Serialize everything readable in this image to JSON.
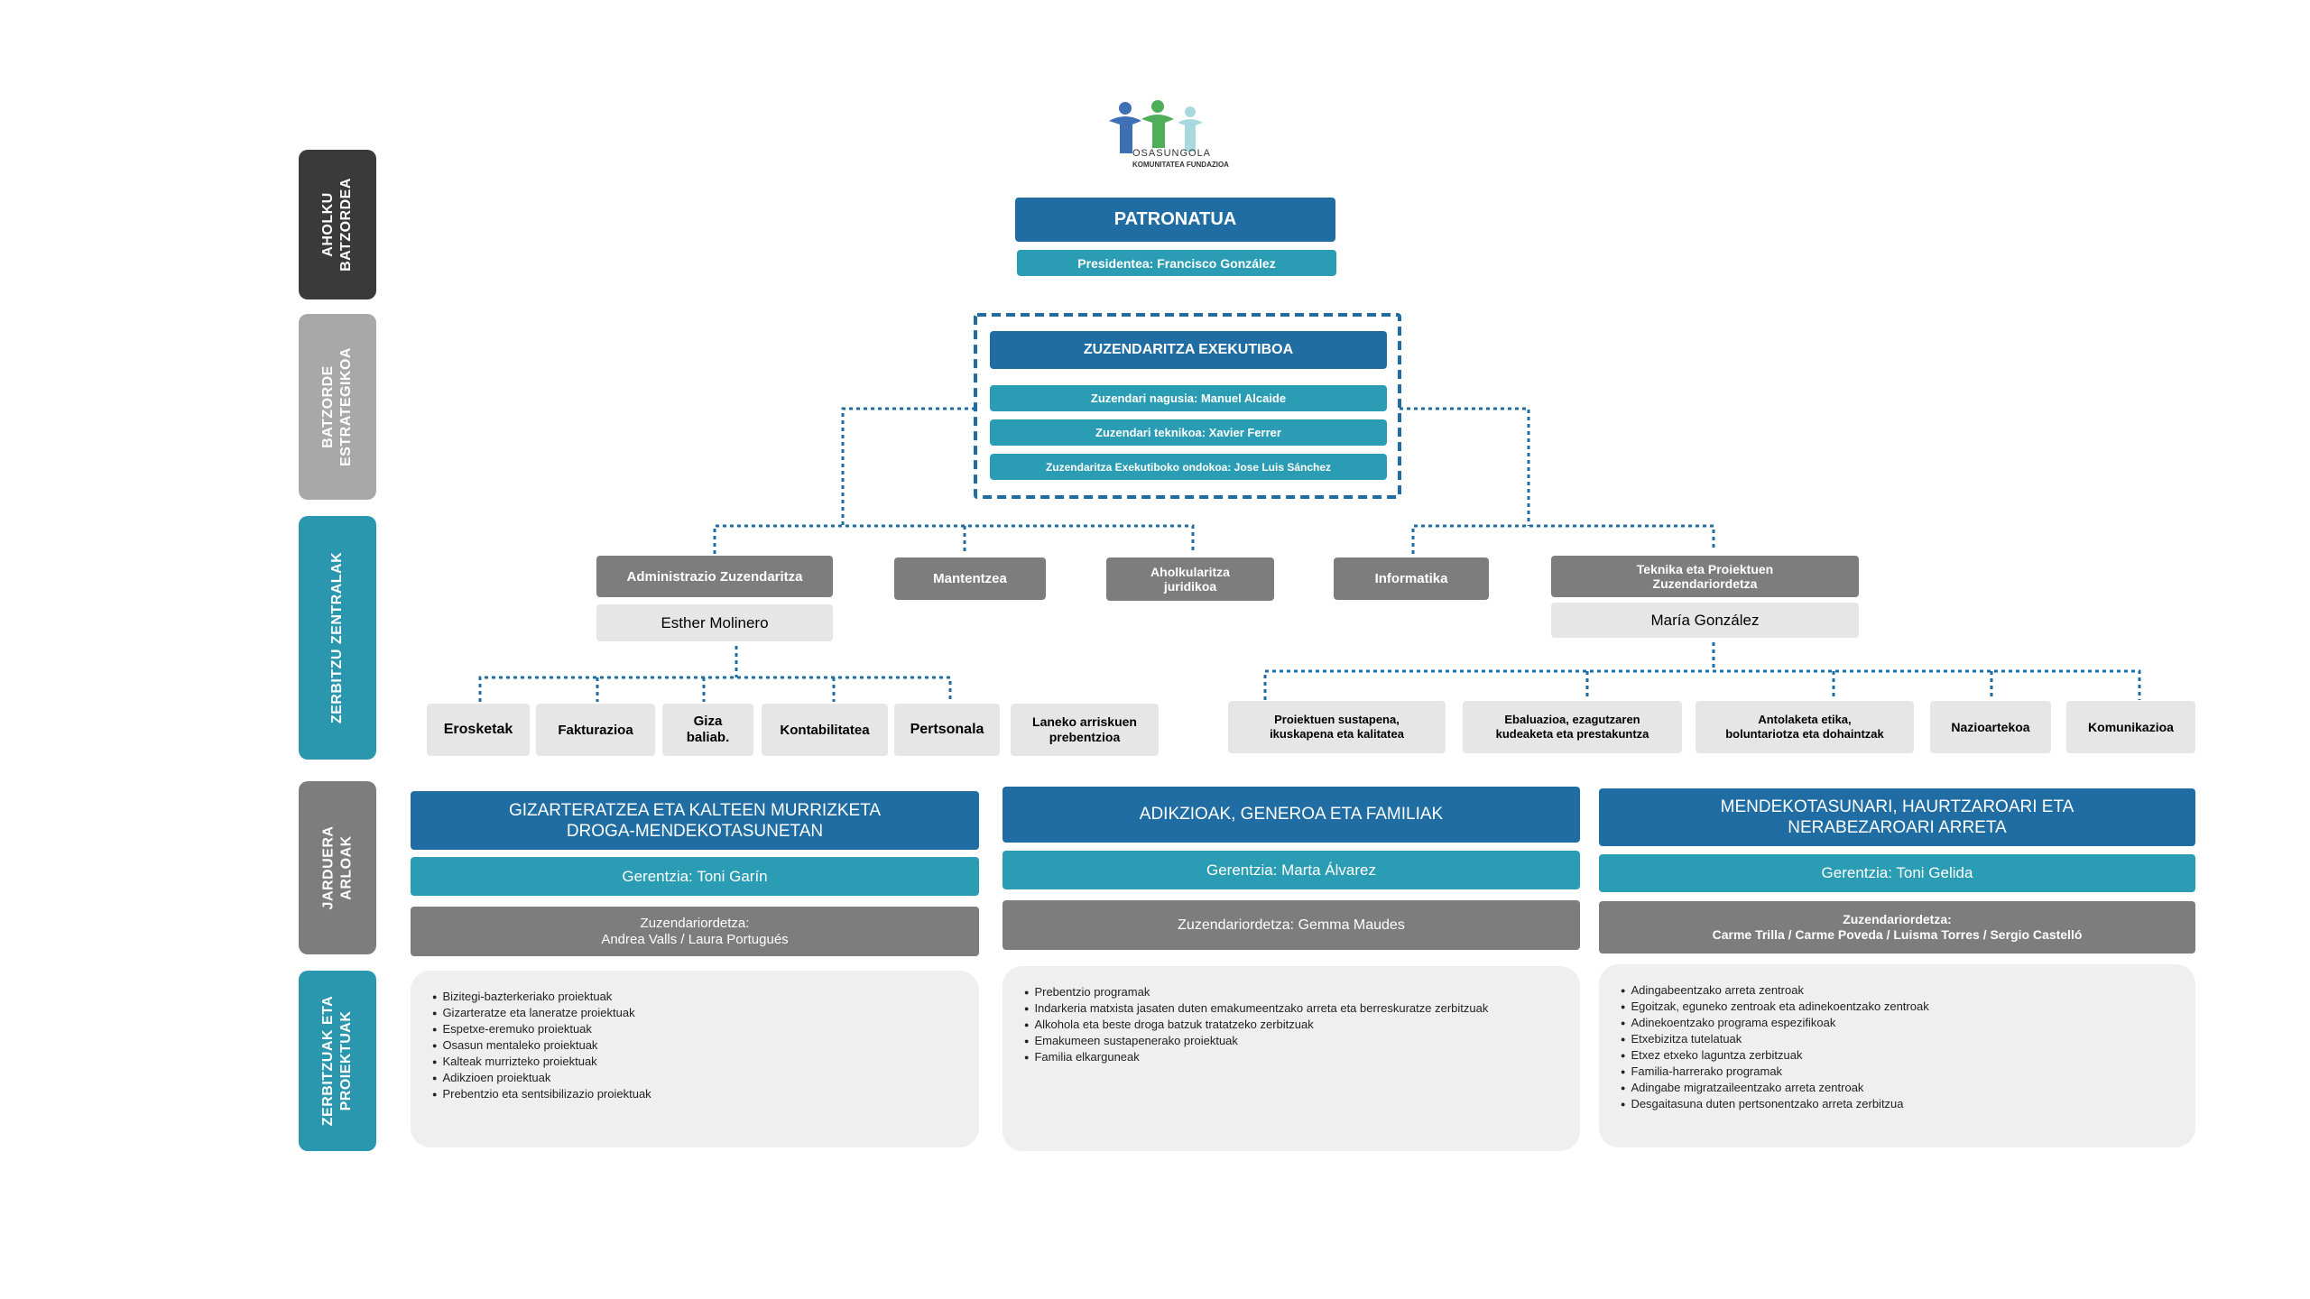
{
  "logo": {
    "line1": "OSASUNGOLA",
    "line2": "KOMUNITATEA FUNDAZIOA"
  },
  "side_labels": [
    "AHOLKU\nBATZORDEA",
    "BATZORDE\nESTRATEGIKOA",
    "ZERBITZU ZENTRALAK",
    "JARDUERA\nARLOAK",
    "ZERBITZUAK ETA\nPROIEKTUAK"
  ],
  "patronatua": {
    "title": "PATRONATUA",
    "president": "Presidentea: Francisco González"
  },
  "executive": {
    "title": "ZUZENDARITZA EXEKUTIBOA",
    "members": [
      "Zuzendari nagusia: Manuel Alcaide",
      "Zuzendari teknikoa: Xavier Ferrer",
      "Zuzendaritza Exekutiboko ondokoa: Jose Luis Sánchez"
    ]
  },
  "central": {
    "admin": {
      "label": "Administrazio Zuzendaritza",
      "person": "Esther Molinero"
    },
    "mantentzea": "Mantentzea",
    "juridikoa": "Aholkularitza\njuridikoa",
    "informatika": "Informatika",
    "teknika": {
      "label": "Teknika eta Proiektuen\nZuzendariordetza",
      "person": "María González"
    },
    "admin_units": [
      "Erosketak",
      "Fakturazioa",
      "Giza\nbaliab.",
      "Kontabilitatea",
      "Pertsonala",
      "Laneko arriskuen\nprebentzioa"
    ],
    "tech_units": [
      "Proiektuen sustapena,\nikuskapena eta kalitatea",
      "Ebaluazioa, ezagutzaren\nkudeaketa eta prestakuntza",
      "Antolaketa etika,\nboluntariotza eta dohaintzak",
      "Nazioartekoa",
      "Komunikazioa"
    ]
  },
  "areas": [
    {
      "title": "GIZARTERATZEA ETA KALTEEN MURRIZKETA\nDROGA-MENDEKOTASUNETAN",
      "gerentzia": "Gerentzia: Toni Garín",
      "zuzendariordetza": "Zuzendariordetza:\nAndrea Valls / Laura Portugués",
      "services": [
        "Bizitegi-bazterkeriako proiektuak",
        "Gizarteratze eta laneratze proiektuak",
        "Espetxe-eremuko proiektuak",
        "Osasun mentaleko proiektuak",
        "Kalteak murrizteko proiektuak",
        "Adikzioen proiektuak",
        "Prebentzio eta sentsibilizazio proiektuak"
      ]
    },
    {
      "title": "ADIKZIOAK, GENEROA ETA FAMILIAK",
      "gerentzia": "Gerentzia: Marta Álvarez",
      "zuzendariordetza": "Zuzendariordetza: Gemma Maudes",
      "services": [
        "Prebentzio programak",
        "Indarkeria matxista jasaten duten emakumeentzako arreta eta berreskuratze zerbitzuak",
        "Alkohola eta beste droga batzuk tratatzeko zerbitzuak",
        "Emakumeen sustapenerako proiektuak",
        "Familia elkarguneak"
      ]
    },
    {
      "title": "MENDEKOTASUNARI, HAURTZAROARI ETA\nNERABEZAROARI ARRETA",
      "gerentzia": "Gerentzia: Toni Gelida",
      "zuzendariordetza": "Zuzendariordetza:\nCarme Trilla / Carme Poveda / Luisma Torres / Sergio Castelló",
      "services": [
        "Adingabeentzako arreta zentroak",
        "Egoitzak, eguneko zentroak eta adinekoentzako zentroak",
        "Adinekoentzako programa espezifikoak",
        "Etxebizitza tutelatuak",
        "Etxez etxeko laguntza zerbitzuak",
        "Familia-harrerako programak",
        "Adingabe migratzaileentzako arreta zentroak",
        "Desgaitasuna duten pertsonentzako arreta zerbitzua"
      ]
    }
  ],
  "colors": {
    "dark_blue": "#1f6da3",
    "teal": "#2a9db4",
    "grey": "#7d7d7d",
    "light_grey": "#e6e6e6",
    "side_dark": "#3a3a3a",
    "side_grey": "#a8a8a8",
    "side_teal": "#2a97ae"
  }
}
